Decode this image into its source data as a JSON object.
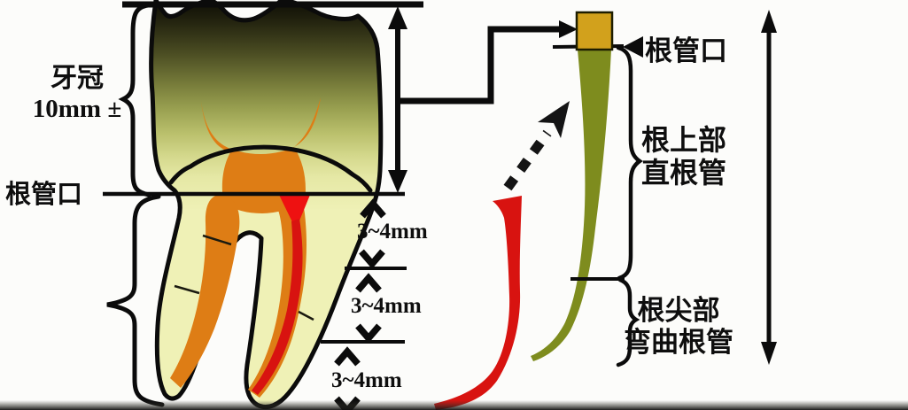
{
  "labels": {
    "crown": {
      "line1": "牙冠",
      "line2": "10mm ±"
    },
    "orifice_left": "根管口",
    "seg1": "3~4mm",
    "seg2": "3~4mm",
    "seg3": "3~4mm",
    "orifice_right": "根管口",
    "upper_canal": {
      "line1": "根上部",
      "line2": "直根管"
    },
    "apical_canal": {
      "line1": "根尖部",
      "line2": "弯曲根管"
    }
  },
  "colors": {
    "background": "#FCFCFA",
    "outline": "#0B0B0B",
    "file_handle": "#D2A11C",
    "file_shaft_green": "#7E8C1E",
    "pulp_orange": "#DE7D15",
    "red_file": "#D81310",
    "red_bright": "#EE1111",
    "dentin_pale": "#EFF1B6"
  }
}
